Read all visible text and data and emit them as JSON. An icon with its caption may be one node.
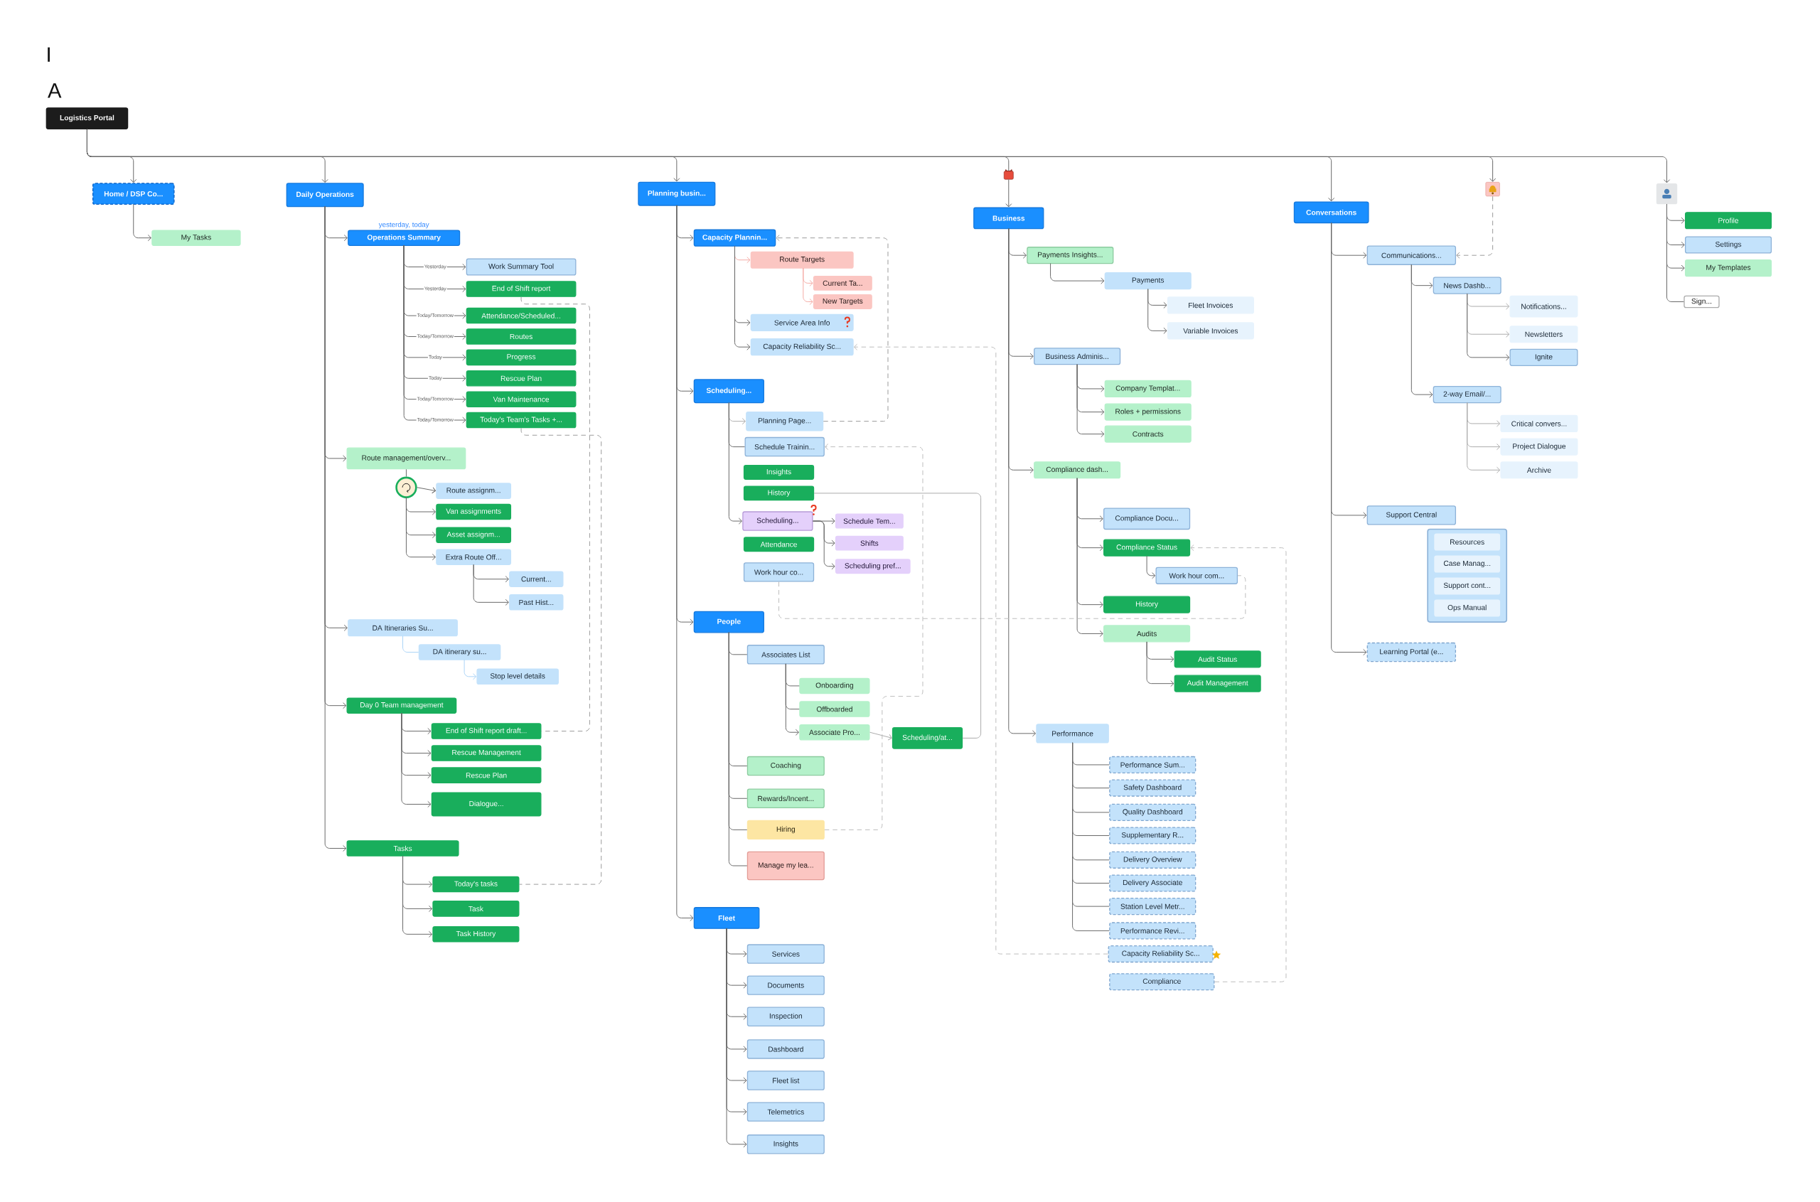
{
  "diagram": {
    "nodes": [
      {
        "text": [
          "Logistics Portal"
        ]
      },
      {
        "text": [
          "Home / DSP Co..."
        ]
      },
      {
        "text": [
          "My Tasks"
        ]
      },
      {
        "text": [
          "Daily Operations"
        ]
      },
      {
        "text": [
          "Operations Summary"
        ],
        "beside": [
          "yesterday, today"
        ]
      },
      {
        "text": [
          "Work Summary Tool"
        ]
      },
      {
        "text": [
          "End of Shift report"
        ]
      },
      {
        "text": [
          "Attendance/Scheduled..."
        ]
      },
      {
        "text": [
          "Routes"
        ]
      },
      {
        "text": [
          "Progress"
        ]
      },
      {
        "text": [
          "Rescue Plan"
        ]
      },
      {
        "text": [
          "Van Maintenance"
        ]
      },
      {
        "text": [
          "Today's Team's Tasks +..."
        ]
      },
      {
        "text": [
          "Route management/overv..."
        ]
      },
      {
        "text": [],
        "shape": "circle"
      },
      {
        "text": [
          "Route assignm..."
        ]
      },
      {
        "text": [
          "Van assignments"
        ]
      },
      {
        "text": [
          "Asset assignm..."
        ]
      },
      {
        "text": [
          "Extra Route Off..."
        ]
      },
      {
        "text": [
          "Current..."
        ]
      },
      {
        "text": [
          "Past Hist..."
        ]
      },
      {
        "text": [
          "DA Itineraries Su..."
        ]
      },
      {
        "text": [
          "DA itinerary su..."
        ]
      },
      {
        "text": [
          "Stop level details"
        ]
      },
      {
        "text": [
          "Day 0 Team management"
        ]
      },
      {
        "text": [
          "End of Shift report draft..."
        ]
      },
      {
        "text": [
          "Rescue Management"
        ]
      },
      {
        "text": [
          "Rescue Plan"
        ]
      },
      {
        "text": [
          "Dialogue..."
        ]
      },
      {
        "text": [
          "Tasks"
        ]
      },
      {
        "text": [
          "Today's tasks"
        ]
      },
      {
        "text": [
          "Task"
        ]
      },
      {
        "text": [
          "Task History"
        ]
      },
      {
        "text": [
          "Planning busin..."
        ]
      },
      {
        "text": [
          "Capacity Plannin..."
        ]
      },
      {
        "text": [
          "Route Targets"
        ]
      },
      {
        "text": [
          "Current Ta..."
        ]
      },
      {
        "text": [
          "New Targets"
        ]
      },
      {
        "text": [
          "Service Area Info"
        ]
      },
      {
        "text": [
          "Capacity Reliability Sc..."
        ]
      },
      {
        "text": [
          "Scheduling..."
        ]
      },
      {
        "text": [
          "Planning Page..."
        ]
      },
      {
        "text": [
          "Schedule Trainin..."
        ]
      },
      {
        "text": [
          "Insights"
        ]
      },
      {
        "text": [
          "History"
        ]
      },
      {
        "text": [
          "Scheduling..."
        ]
      },
      {
        "text": [
          "Schedule Tem..."
        ]
      },
      {
        "text": [
          "Shifts"
        ]
      },
      {
        "text": [
          "Scheduling pref..."
        ]
      },
      {
        "text": [
          "Attendance"
        ]
      },
      {
        "text": [
          "Work hour co..."
        ]
      },
      {
        "text": [
          "People"
        ]
      },
      {
        "text": [
          "Associates List"
        ]
      },
      {
        "text": [
          "Onboarding"
        ]
      },
      {
        "text": [
          "Offboarded"
        ]
      },
      {
        "text": [
          "Associate Pro..."
        ]
      },
      {
        "text": [
          "Scheduling/at..."
        ]
      },
      {
        "text": [
          "Coaching"
        ]
      },
      {
        "text": [
          "Rewards/Incent..."
        ]
      },
      {
        "text": [
          "Hiring"
        ]
      },
      {
        "text": [
          "Manage my lea..."
        ]
      },
      {
        "text": [
          "Fleet"
        ]
      },
      {
        "text": [
          "Services"
        ]
      },
      {
        "text": [
          "Documents"
        ]
      },
      {
        "text": [
          "Inspection"
        ]
      },
      {
        "text": [
          "Dashboard"
        ]
      },
      {
        "text": [
          "Fleet list"
        ]
      },
      {
        "text": [
          "Telemetrics"
        ]
      },
      {
        "text": [
          "Insights"
        ]
      },
      {
        "text": [],
        "shape": "lock"
      },
      {
        "text": [
          "Business"
        ]
      },
      {
        "text": [
          "Payments Insights..."
        ]
      },
      {
        "text": [
          "Payments"
        ]
      },
      {
        "text": [
          "Fleet Invoices"
        ]
      },
      {
        "text": [
          "Variable Invoices"
        ]
      },
      {
        "text": [
          "Business Adminis..."
        ]
      },
      {
        "text": [
          "Company Templat..."
        ]
      },
      {
        "text": [
          "Roles + permissions"
        ]
      },
      {
        "text": [
          "Contracts"
        ]
      },
      {
        "text": [
          "Compliance dash..."
        ]
      },
      {
        "text": [
          "Compliance Docu..."
        ]
      },
      {
        "text": [
          "Compliance Status"
        ]
      },
      {
        "text": [
          "Work hour com..."
        ]
      },
      {
        "text": [
          "History"
        ]
      },
      {
        "text": [
          "Audits"
        ]
      },
      {
        "text": [
          "Audit Status"
        ]
      },
      {
        "text": [
          "Audit Management"
        ]
      },
      {
        "text": [
          "Performance"
        ]
      },
      {
        "text": [
          "Performance Sum..."
        ]
      },
      {
        "text": [
          "Safety Dashboard"
        ]
      },
      {
        "text": [
          "Quality Dashboard"
        ]
      },
      {
        "text": [
          "Supplementary R..."
        ]
      },
      {
        "text": [
          "Delivery Overview"
        ]
      },
      {
        "text": [
          "Delivery Associate"
        ]
      },
      {
        "text": [
          "Station Level Metr..."
        ]
      },
      {
        "text": [
          "Performance Revi..."
        ]
      },
      {
        "text": [
          "Capacity Reliability Sc..."
        ]
      },
      {
        "text": [
          "Compliance"
        ]
      },
      {
        "text": [
          "Conversations"
        ]
      },
      {
        "text": [],
        "shape": "bell"
      },
      {
        "text": [
          "Communications..."
        ]
      },
      {
        "text": [
          "News Dashb..."
        ]
      },
      {
        "text": [
          "Notifications..."
        ]
      },
      {
        "text": [
          "Newsletters"
        ]
      },
      {
        "text": [
          "Ignite"
        ]
      },
      {
        "text": [
          "2-way Email/..."
        ]
      },
      {
        "text": [
          "Critical convers..."
        ]
      },
      {
        "text": [
          "Project Dialogue"
        ]
      },
      {
        "text": [
          "Archive"
        ]
      },
      {
        "text": [
          "Support Central"
        ]
      },
      {
        "text": [],
        "shape": "box"
      },
      {
        "text": [
          "Resources"
        ],
        "in": 110
      },
      {
        "text": [
          "Case Manag..."
        ],
        "in": 110
      },
      {
        "text": [
          "Support cont..."
        ],
        "in": 110
      },
      {
        "text": [
          "Ops Manual"
        ],
        "in": 110
      },
      {
        "text": [
          "Learning Portal (e..."
        ]
      },
      {
        "text": [],
        "shape": "person"
      },
      {
        "text": [
          "Profile"
        ]
      },
      {
        "text": [
          "Settings"
        ]
      },
      {
        "text": [
          "My Templates"
        ]
      },
      {
        "text": [
          "Sign..."
        ]
      }
    ],
    "edges": [
      {
        "from": 0,
        "to": 1,
        "arrow": "to"
      },
      {
        "from": 0,
        "to": 3,
        "arrow": "to"
      },
      {
        "from": 0,
        "to": 33,
        "arrow": "to"
      },
      {
        "from": 0,
        "to": 69,
        "arrow": "none"
      },
      {
        "from": 69,
        "to": 70,
        "arrow": "to"
      },
      {
        "from": 0,
        "to": 98,
        "arrow": "to"
      },
      {
        "from": 0,
        "to": 99,
        "arrow": "to"
      },
      {
        "from": 0,
        "to": 116,
        "arrow": "to"
      },
      {
        "from": 1,
        "to": 2,
        "arrow": "to"
      },
      {
        "from": 3,
        "to": 4,
        "arrow": "to"
      },
      {
        "from": 3,
        "to": 13,
        "arrow": "to"
      },
      {
        "from": 3,
        "to": 21,
        "arrow": "to"
      },
      {
        "from": 3,
        "to": 24,
        "arrow": "to"
      },
      {
        "from": 3,
        "to": 29,
        "arrow": "to"
      },
      {
        "from": 4,
        "to": 5,
        "arrow": "to",
        "label": "Yesterday"
      },
      {
        "from": 4,
        "to": 6,
        "arrow": "to",
        "label": "Yesterday"
      },
      {
        "from": 4,
        "to": 7,
        "arrow": "to",
        "label": "Today/Tomorrow"
      },
      {
        "from": 4,
        "to": 8,
        "arrow": "to",
        "label": "Today/Tomorrow"
      },
      {
        "from": 4,
        "to": 9,
        "arrow": "to",
        "label": "Today"
      },
      {
        "from": 4,
        "to": 10,
        "arrow": "to",
        "label": "Today"
      },
      {
        "from": 4,
        "to": 11,
        "arrow": "to",
        "label": "Today/Tomorrow"
      },
      {
        "from": 4,
        "to": 12,
        "arrow": "to",
        "label": "Today/Tomorrow"
      },
      {
        "from": 13,
        "to": 14,
        "arrow": "none"
      },
      {
        "from": 14,
        "to": 15,
        "arrow": "to"
      },
      {
        "from": 14,
        "to": 16,
        "arrow": "to"
      },
      {
        "from": 14,
        "to": 17,
        "arrow": "to"
      },
      {
        "from": 14,
        "to": 18,
        "arrow": "to"
      },
      {
        "from": 18,
        "to": 19,
        "arrow": "to"
      },
      {
        "from": 18,
        "to": 20,
        "arrow": "to"
      },
      {
        "from": 21,
        "to": 22,
        "arrow": "none",
        "color": "#a9d3f7"
      },
      {
        "from": 22,
        "to": 23,
        "arrow": "to",
        "color": "#a9d3f7"
      },
      {
        "from": 24,
        "to": 25,
        "arrow": "to"
      },
      {
        "from": 24,
        "to": 26,
        "arrow": "to"
      },
      {
        "from": 24,
        "to": 27,
        "arrow": "to"
      },
      {
        "from": 24,
        "to": 28,
        "arrow": "to"
      },
      {
        "from": 29,
        "to": 30,
        "arrow": "to"
      },
      {
        "from": 29,
        "to": 31,
        "arrow": "to"
      },
      {
        "from": 29,
        "to": 32,
        "arrow": "to"
      },
      {
        "from": 33,
        "to": 34,
        "arrow": "to"
      },
      {
        "from": 33,
        "to": 40,
        "arrow": "to"
      },
      {
        "from": 33,
        "to": 51,
        "arrow": "to"
      },
      {
        "from": 33,
        "to": 61,
        "arrow": "to"
      },
      {
        "from": 34,
        "to": 35,
        "arrow": "to",
        "color": "#f4a9a3"
      },
      {
        "from": 35,
        "to": 36,
        "arrow": "to",
        "color": "#f4a9a3"
      },
      {
        "from": 35,
        "to": 37,
        "arrow": "to",
        "color": "#f4a9a3"
      },
      {
        "from": 34,
        "to": 38,
        "arrow": "to"
      },
      {
        "from": 34,
        "to": 39,
        "arrow": "to"
      },
      {
        "from": 40,
        "to": 41,
        "arrow": "to",
        "color": "#aaaaaa"
      },
      {
        "from": 40,
        "to": 42,
        "arrow": "none"
      },
      {
        "from": 40,
        "to": 45,
        "arrow": "to"
      },
      {
        "from": 45,
        "to": 46,
        "arrow": "to"
      },
      {
        "from": 45,
        "to": 47,
        "arrow": "to"
      },
      {
        "from": 45,
        "to": 48,
        "arrow": "to"
      },
      {
        "from": 51,
        "to": 52,
        "arrow": "none"
      },
      {
        "from": 52,
        "to": 53,
        "arrow": "none"
      },
      {
        "from": 52,
        "to": 54,
        "arrow": "none"
      },
      {
        "from": 52,
        "to": 55,
        "arrow": "to"
      },
      {
        "from": 55,
        "to": 56,
        "arrow": "to",
        "color": "#aaaaaa"
      },
      {
        "from": 51,
        "to": 57,
        "arrow": "none"
      },
      {
        "from": 51,
        "to": 58,
        "arrow": "none"
      },
      {
        "from": 51,
        "to": 59,
        "arrow": "none"
      },
      {
        "from": 51,
        "to": 60,
        "arrow": "none"
      },
      {
        "from": 61,
        "to": 62,
        "arrow": "to"
      },
      {
        "from": 61,
        "to": 63,
        "arrow": "to"
      },
      {
        "from": 61,
        "to": 64,
        "arrow": "to"
      },
      {
        "from": 61,
        "to": 65,
        "arrow": "to"
      },
      {
        "from": 61,
        "to": 66,
        "arrow": "to"
      },
      {
        "from": 61,
        "to": 67,
        "arrow": "to"
      },
      {
        "from": 61,
        "to": 68,
        "arrow": "to"
      },
      {
        "from": 70,
        "to": 71,
        "arrow": "to"
      },
      {
        "from": 70,
        "to": 75,
        "arrow": "to"
      },
      {
        "from": 70,
        "to": 79,
        "arrow": "to"
      },
      {
        "from": 70,
        "to": 87,
        "arrow": "to"
      },
      {
        "from": 71,
        "to": 72,
        "arrow": "to"
      },
      {
        "from": 72,
        "to": 73,
        "arrow": "to"
      },
      {
        "from": 72,
        "to": 74,
        "arrow": "to"
      },
      {
        "from": 75,
        "to": 76,
        "arrow": "to"
      },
      {
        "from": 75,
        "to": 77,
        "arrow": "to"
      },
      {
        "from": 75,
        "to": 78,
        "arrow": "to"
      },
      {
        "from": 79,
        "to": 80,
        "arrow": "to"
      },
      {
        "from": 79,
        "to": 81,
        "arrow": "to"
      },
      {
        "from": 79,
        "to": 83,
        "arrow": "to"
      },
      {
        "from": 79,
        "to": 84,
        "arrow": "to"
      },
      {
        "from": 81,
        "to": 82,
        "arrow": "to"
      },
      {
        "from": 84,
        "to": 85,
        "arrow": "to"
      },
      {
        "from": 84,
        "to": 86,
        "arrow": "to"
      },
      {
        "from": 87,
        "to": 88,
        "arrow": "none"
      },
      {
        "from": 87,
        "to": 89,
        "arrow": "none"
      },
      {
        "from": 87,
        "to": 90,
        "arrow": "none"
      },
      {
        "from": 87,
        "to": 91,
        "arrow": "none"
      },
      {
        "from": 87,
        "to": 92,
        "arrow": "none"
      },
      {
        "from": 87,
        "to": 93,
        "arrow": "none"
      },
      {
        "from": 87,
        "to": 94,
        "arrow": "none"
      },
      {
        "from": 87,
        "to": 95,
        "arrow": "none"
      },
      {
        "from": 98,
        "to": 100,
        "arrow": "to"
      },
      {
        "from": 98,
        "to": 109,
        "arrow": "to"
      },
      {
        "from": 98,
        "to": 115,
        "arrow": "to"
      },
      {
        "from": 100,
        "to": 101,
        "arrow": "to"
      },
      {
        "from": 100,
        "to": 105,
        "arrow": "to"
      },
      {
        "from": 101,
        "to": 102,
        "arrow": "to",
        "color": "#aaaaaa"
      },
      {
        "from": 101,
        "to": 103,
        "arrow": "to",
        "color": "#aaaaaa"
      },
      {
        "from": 101,
        "to": 104,
        "arrow": "to"
      },
      {
        "from": 105,
        "to": 106,
        "arrow": "to",
        "color": "#aaaaaa"
      },
      {
        "from": 105,
        "to": 107,
        "arrow": "to",
        "color": "#aaaaaa"
      },
      {
        "from": 105,
        "to": 108,
        "arrow": "to",
        "color": "#aaaaaa"
      },
      {
        "from": 116,
        "to": 117,
        "arrow": "to"
      },
      {
        "from": 116,
        "to": 118,
        "arrow": "to"
      },
      {
        "from": 116,
        "to": 119,
        "arrow": "to"
      },
      {
        "from": 116,
        "to": 120,
        "arrow": "none"
      },
      {
        "from": 41,
        "to": 34,
        "arrow": "to",
        "style": "dashed",
        "color": "#999999"
      },
      {
        "from": 96,
        "to": 39,
        "arrow": "to",
        "style": "dashed",
        "color": "#bbbbbb"
      },
      {
        "from": 59,
        "to": 42,
        "arrow": "to",
        "style": "dashed",
        "color": "#bbbbbb"
      },
      {
        "from": 97,
        "to": 81,
        "arrow": "to",
        "style": "dashed",
        "color": "#bbbbbb"
      },
      {
        "from": 99,
        "to": 100,
        "arrow": "to",
        "style": "dashed",
        "color": "#999999"
      },
      {
        "from": 6,
        "to": 25,
        "arrow": "none",
        "style": "dashed",
        "color": "#999999"
      },
      {
        "from": 12,
        "to": 30,
        "arrow": "none",
        "style": "dashed",
        "color": "#999999"
      },
      {
        "from": 50,
        "to": 82,
        "arrow": "none",
        "style": "dashed",
        "color": "#bbbbbb"
      },
      {
        "from": 44,
        "to": 56,
        "arrow": "none",
        "color": "#aaaaaa"
      }
    ],
    "labels": [
      "I",
      "A"
    ]
  }
}
